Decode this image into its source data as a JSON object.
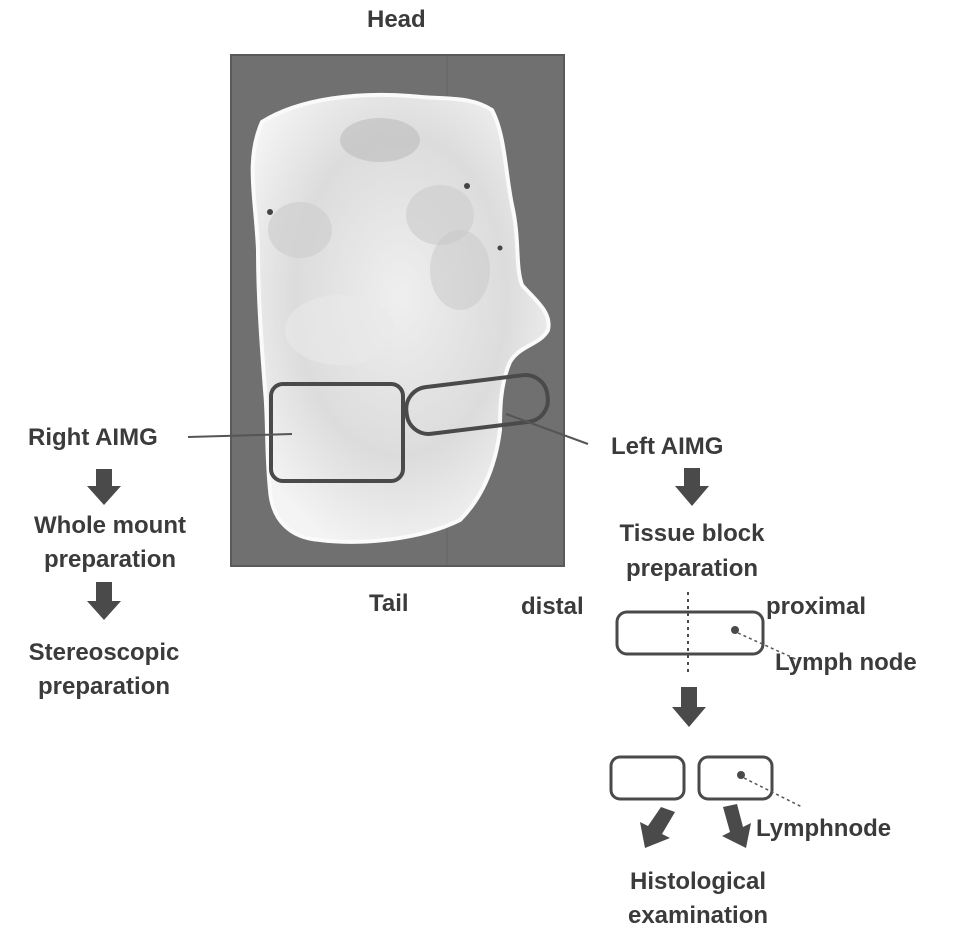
{
  "labels": {
    "head": "Head",
    "tail": "Tail",
    "right_aimg": "Right AIMG",
    "whole_mount_1": "Whole mount",
    "whole_mount_2": "preparation",
    "stereoscopic_1": "Stereoscopic",
    "stereoscopic_2": "preparation",
    "left_aimg": "Left AIMG",
    "tissue_block_1": "Tissue block",
    "tissue_block_2": "preparation",
    "distal": "distal",
    "proximal": "proximal",
    "lymph_node": "Lymph node",
    "lymphnode": "Lymphnode",
    "histological_1": "Histological",
    "histological_2": "examination"
  },
  "colors": {
    "background": "#ffffff",
    "text": "#3b3b3b",
    "arrow": "#4a4a4a",
    "photo_background": "#6e6e6e",
    "tissue": "#e6e6e6",
    "outline": "#555555"
  },
  "icons": [
    "down-arrow-icon",
    "diagonal-arrow-icon",
    "leader-line"
  ]
}
